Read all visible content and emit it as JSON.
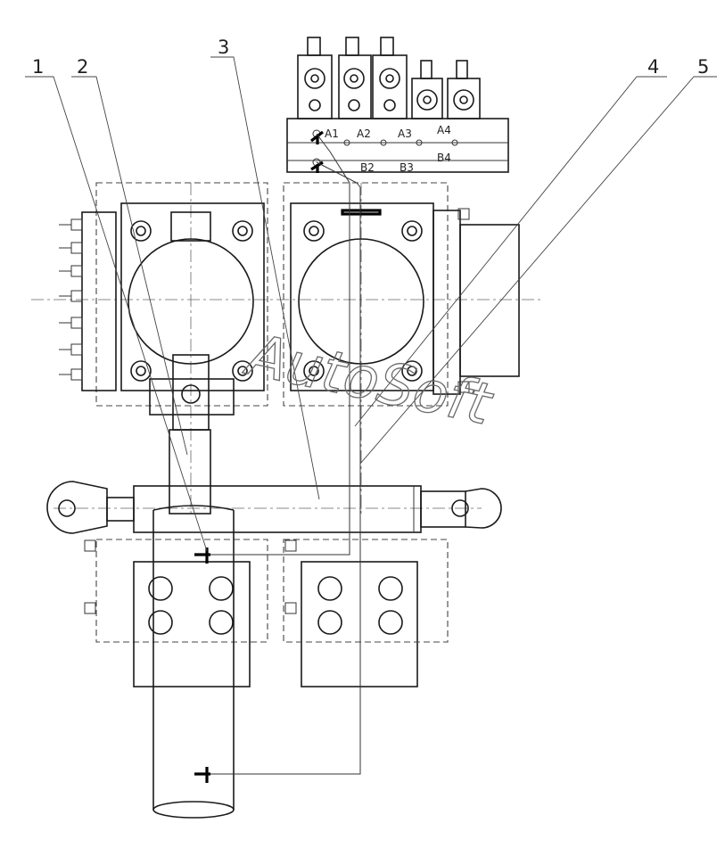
{
  "callouts": [
    "1",
    "2",
    "3",
    "4",
    "5"
  ],
  "ports": {
    "a1": "A1",
    "a2": "A2",
    "a3": "A3",
    "a4": "A4",
    "b2": "B2",
    "b3": "B3",
    "b4": "B4"
  },
  "watermark": "AutoSoft",
  "colors": {
    "line": "#1a1a1a",
    "background": "#ffffff"
  }
}
